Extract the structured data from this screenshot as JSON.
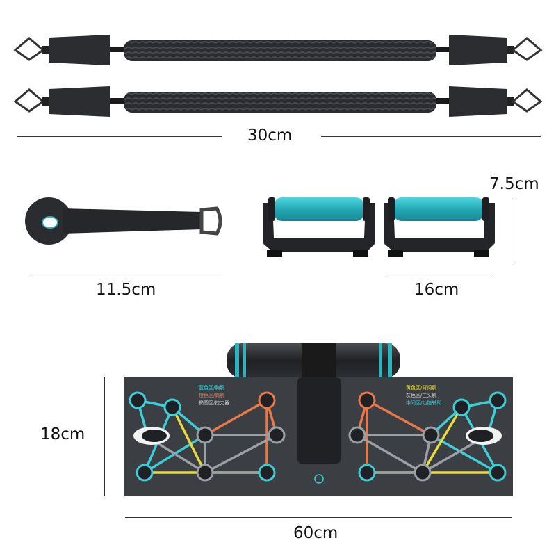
{
  "dimensions": {
    "bands_length": "30cm",
    "strap_length": "11.5cm",
    "handle_height": "7.5cm",
    "handle_width": "16cm",
    "board_height": "18cm",
    "board_length": "60cm"
  },
  "board_legend": {
    "left": [
      "蓝色区/胸肌",
      "橙色区/肩肌",
      "椭圆区/拉力器"
    ],
    "right": [
      "黄色区/背阔肌",
      "灰色区/三头肌",
      "中间区/功能辅助"
    ]
  },
  "colors": {
    "cyan": "#3ccfd8",
    "orange": "#e8794a",
    "yellow": "#e8dc3c",
    "gray": "#9aa0a6",
    "board": "#3b3f44",
    "dark": "#1f2124",
    "foam": "#2bb3c0"
  }
}
